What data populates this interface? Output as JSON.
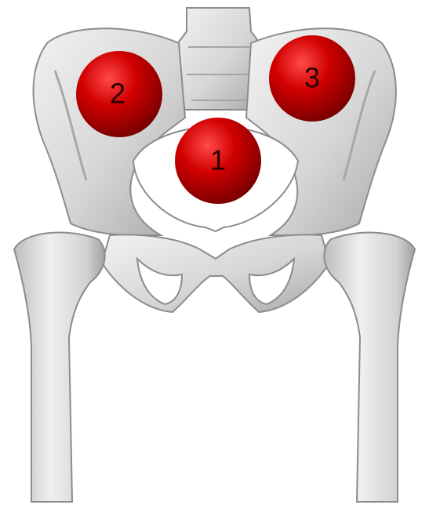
{
  "markers": [
    {
      "id": "1",
      "label": "1"
    },
    {
      "id": "2",
      "label": "2"
    },
    {
      "id": "3",
      "label": "3"
    }
  ],
  "colors": {
    "background": "#ffffff",
    "bone": "#d9d9d9",
    "bone_shadow": "#9a9a9a",
    "marker": "#c00000",
    "marker_highlight": "#ff3a3a",
    "marker_text": "#2a0000"
  }
}
